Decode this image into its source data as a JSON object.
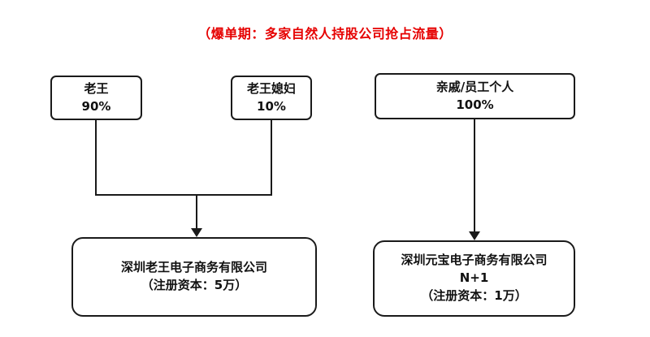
{
  "title": {
    "text": "（爆单期：多家自然人持股公司抢占流量）",
    "color": "#e60000"
  },
  "left": {
    "shareholders": [
      {
        "name": "老王",
        "percent": "90%"
      },
      {
        "name": "老王媳妇",
        "percent": "10%"
      }
    ],
    "company": {
      "name": "深圳老王电子商务有限公司",
      "capital": "（注册资本：5万）"
    }
  },
  "right": {
    "shareholders": [
      {
        "name": "亲戚/员工个人",
        "percent": "100%"
      }
    ],
    "company": {
      "name": "深圳元宝电子商务有限公司",
      "suffix": "N+1",
      "capital": "（注册资本：1万）"
    }
  },
  "colors": {
    "line": "#1a1a1a",
    "border": "#1a1a1a",
    "title_red": "#e60000"
  }
}
